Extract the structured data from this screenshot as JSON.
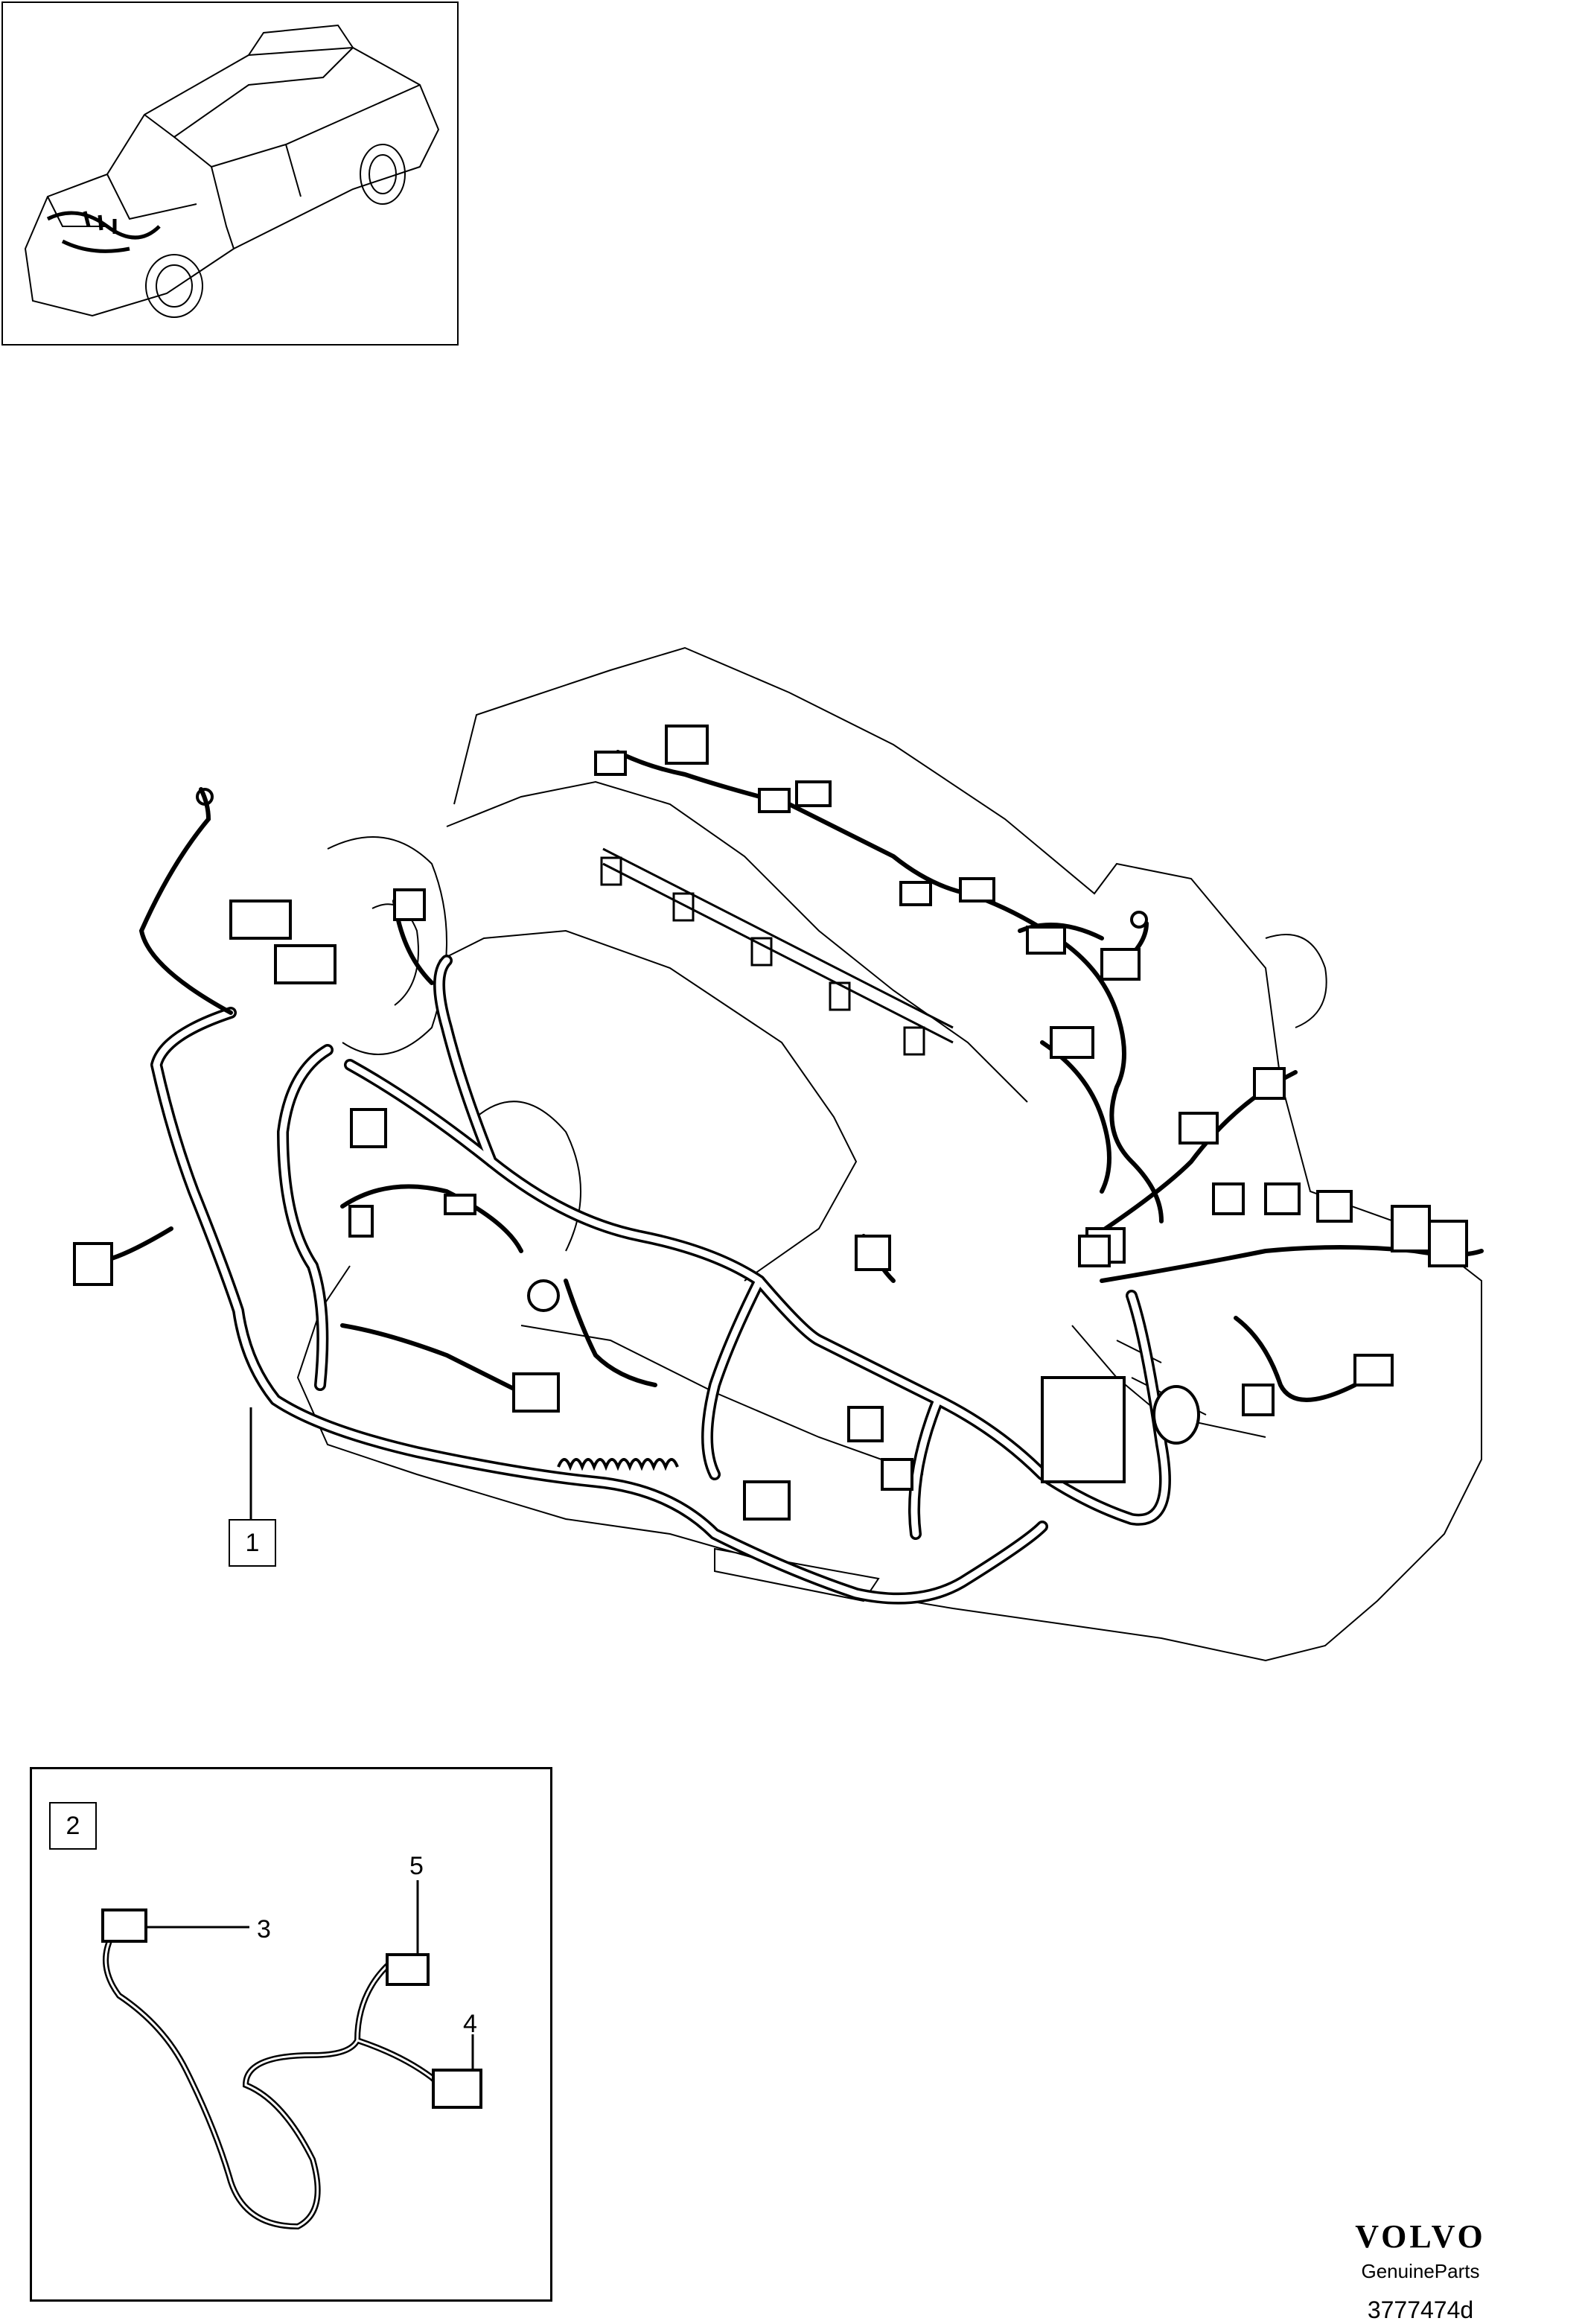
{
  "callouts": {
    "c1": "1",
    "c2": "2",
    "c3": "3",
    "c4": "4",
    "c5": "5"
  },
  "brand": {
    "logo": "VOLVO",
    "tagline": "GenuineParts",
    "code": "3777474d"
  },
  "colors": {
    "line": "#000000",
    "background": "#ffffff"
  }
}
